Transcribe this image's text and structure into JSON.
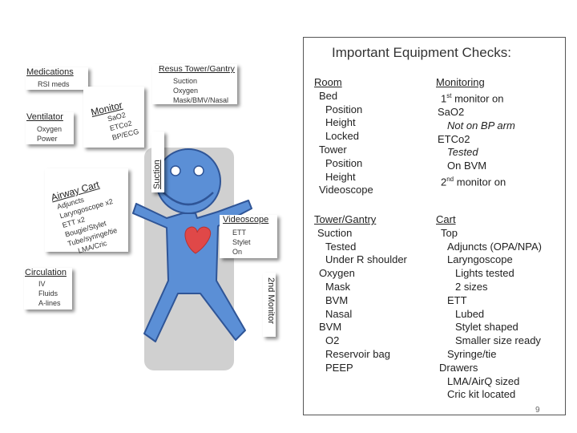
{
  "header": {
    "title": "Important Equipment Checks:"
  },
  "left": {
    "medications": {
      "title": "Medications",
      "items": [
        "RSI meds"
      ]
    },
    "monitor": {
      "title": "Monitor",
      "items": [
        "SaO2",
        "ETCo2",
        "BP/ECG"
      ]
    },
    "ventilator": {
      "title": "Ventilator",
      "items": [
        "Oxygen",
        "Power"
      ]
    },
    "resus_tower": {
      "title": "Resus Tower/Gantry",
      "items": [
        "Suction",
        "Oxygen",
        "Mask/BMV/Nasal"
      ]
    },
    "suction_label": "Suction",
    "airway_cart": {
      "title": "Airway Cart",
      "items": [
        "Adjuncts",
        "Laryngoscope x2",
        "ETT x2",
        "Bougie/Stylet",
        "Tube/syringe/tie",
        "LMA/Cric"
      ]
    },
    "videoscope": {
      "title": "Videoscope",
      "items": [
        "ETT",
        "Stylet",
        "On"
      ]
    },
    "circulation": {
      "title": "Circulation",
      "items": [
        "IV",
        "Fluids",
        "A-lines"
      ]
    },
    "second_monitor": "2nd Monitor"
  },
  "checks": {
    "room": {
      "title": "Room",
      "lines": [
        "Bed",
        "Position",
        "Height",
        "Locked",
        "Tower",
        "Position",
        "Height",
        "Videoscope"
      ]
    },
    "monitoring": {
      "title": "Monitoring",
      "lines": [
        "1",
        "st",
        " monitor on",
        "SaO2",
        "Not on BP arm",
        "ETCo2",
        "Tested",
        "On BVM",
        "2",
        "nd",
        " monitor on"
      ]
    },
    "tower": {
      "title": "Tower/Gantry",
      "lines": [
        "Suction",
        "Tested",
        "Under R shoulder",
        "Oxygen",
        "Mask",
        "BVM",
        "Nasal",
        "BVM",
        "O2",
        "Reservoir bag",
        "PEEP"
      ]
    },
    "cart": {
      "title": "Cart",
      "lines": [
        "Top",
        "Adjuncts (OPA/NPA)",
        "Laryngoscope",
        "Lights tested",
        "2 sizes",
        "ETT",
        "Lubed",
        "Stylet shaped",
        "Smaller size ready",
        "Syringe/tie",
        "Drawers",
        "LMA/AirQ sized",
        "Cric kit located"
      ]
    }
  },
  "page_number": "9",
  "colors": {
    "figure_fill": "#5b8fd6",
    "figure_stroke": "#2f5597",
    "heart": "#e04848",
    "bed": "#d0d0d0"
  }
}
